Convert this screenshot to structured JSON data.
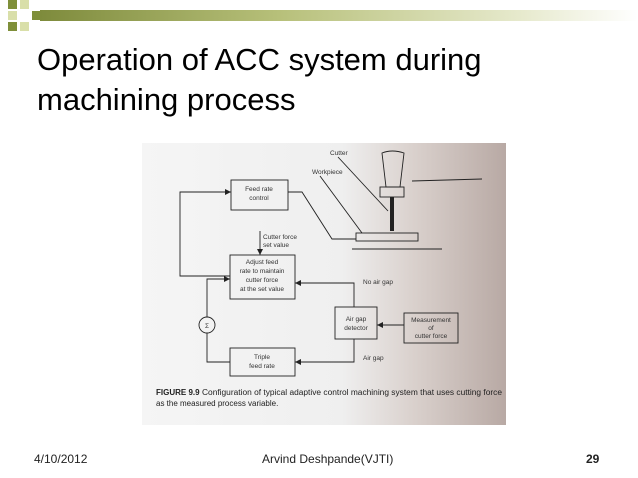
{
  "slide": {
    "title_line1": "Operation of ACC system during",
    "title_line2": "machining process",
    "footer_date": "4/10/2012",
    "footer_author": "Arvind Deshpande(VJTI)",
    "footer_page": "29"
  },
  "figure": {
    "labels": {
      "cutter": "Cutter",
      "workpiece": "Workpiece",
      "feed_rate_control_1": "Feed rate",
      "feed_rate_control_2": "control",
      "cutter_force_1": "Cutter force",
      "cutter_force_2": "set value",
      "adjust_1": "Adjust feed",
      "adjust_2": "rate to maintain",
      "adjust_3": "cutter force",
      "adjust_4": "at the set value",
      "no_air_gap": "No air gap",
      "air_gap_detector_1": "Air gap",
      "air_gap_detector_2": "detector",
      "triple_1": "Triple",
      "triple_2": "feed rate",
      "air_gap": "Air gap",
      "sum": "Σ",
      "measurement_1": "Measurement",
      "measurement_2": "of",
      "measurement_3": "cutter force"
    },
    "caption_figure": "FIGURE 9.9",
    "caption_line1": "Configuration of typical adaptive control machining system that uses cutting force",
    "caption_line2": "as the measured process variable."
  }
}
